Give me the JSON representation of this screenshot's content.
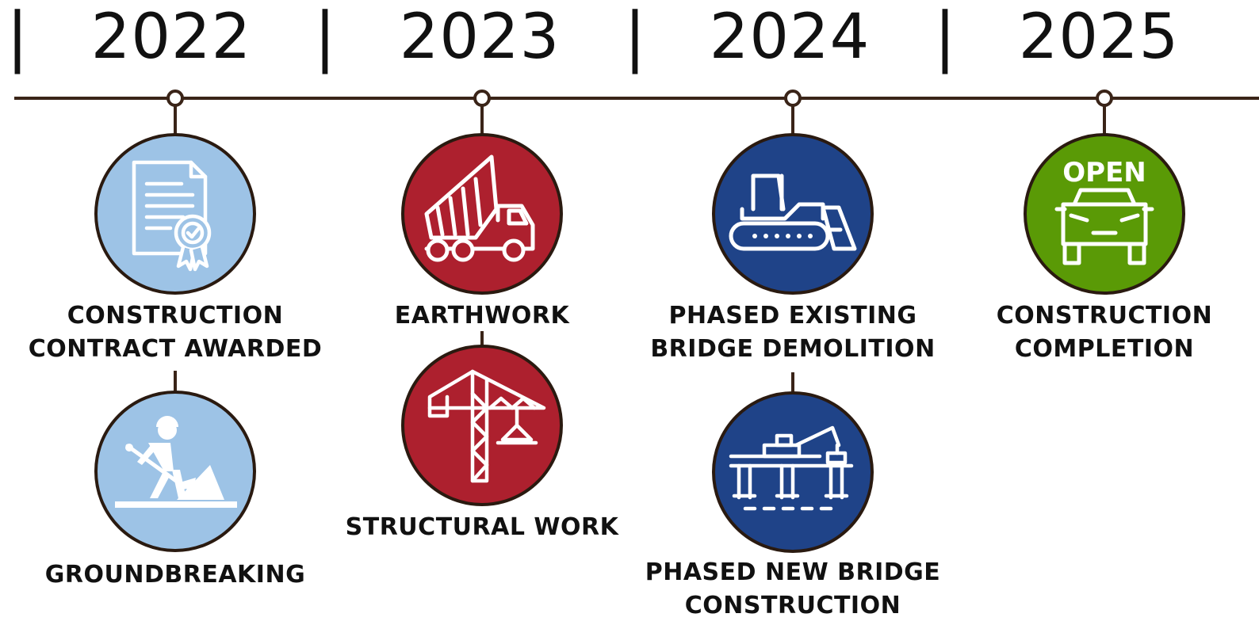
{
  "timeline": {
    "years": [
      "2022",
      "2023",
      "2024",
      "2025"
    ],
    "separator": "|",
    "colors": {
      "line": "#3a2418",
      "circle_border": "#2a1a10",
      "text": "#111111",
      "light_blue": "#9dc3e6",
      "red": "#ad202e",
      "navy": "#1f4388",
      "green": "#5a9a06"
    },
    "milestones": [
      {
        "id": "contract",
        "year": "2022",
        "lines": [
          "CONSTRUCTION",
          "CONTRACT AWARDED"
        ],
        "icon": "contract-certificate-icon",
        "color": "light_blue"
      },
      {
        "id": "groundbreaking",
        "year": "2022",
        "lines": [
          "GROUNDBREAKING"
        ],
        "icon": "worker-shovel-icon",
        "color": "light_blue"
      },
      {
        "id": "earthwork",
        "year": "2023",
        "lines": [
          "EARTHWORK"
        ],
        "icon": "dump-truck-icon",
        "color": "red"
      },
      {
        "id": "structural",
        "year": "2023",
        "lines": [
          "STRUCTURAL WORK"
        ],
        "icon": "tower-crane-icon",
        "color": "red"
      },
      {
        "id": "demolition",
        "year": "2024",
        "lines": [
          "PHASED EXISTING",
          "BRIDGE DEMOLITION"
        ],
        "icon": "bulldozer-icon",
        "color": "navy"
      },
      {
        "id": "new-bridge",
        "year": "2024",
        "lines": [
          "PHASED NEW BRIDGE",
          "CONSTRUCTION"
        ],
        "icon": "bridge-construction-icon",
        "color": "navy"
      },
      {
        "id": "completion",
        "year": "2025",
        "lines": [
          "CONSTRUCTION",
          "COMPLETION"
        ],
        "icon": "open-car-icon",
        "icon_text": "OPEN",
        "color": "green"
      }
    ]
  }
}
